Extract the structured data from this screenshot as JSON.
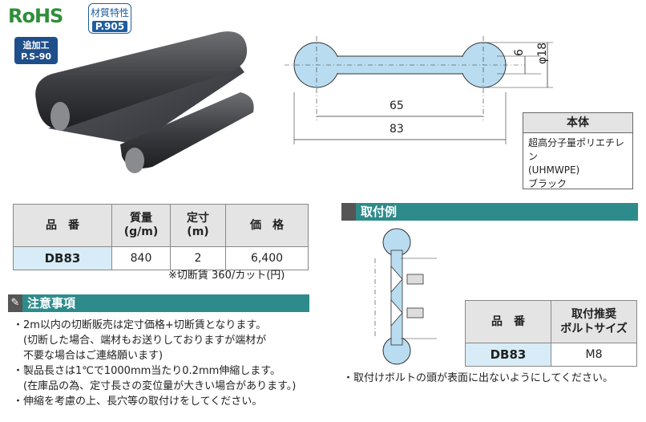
{
  "badges": {
    "rohs": "RoHS",
    "material_line1": "材質特性",
    "material_line2": "P.905",
    "addwork_line1": "追加工",
    "addwork_line2": "P.S-90"
  },
  "drawing": {
    "dim_65": "65",
    "dim_83": "83",
    "dim_6": "6",
    "dim_phi18": "φ18"
  },
  "material": {
    "header": "本体",
    "lines": [
      "超高分子量ポリエチレン",
      "(UHMWPE)",
      "ブラック"
    ]
  },
  "spec_table": {
    "headers": [
      "品　番",
      "質量\n(g/m)",
      "定寸\n(m)",
      "価　格"
    ],
    "rows": [
      [
        "DB83",
        "840",
        "2",
        "6,400"
      ]
    ],
    "note": "※切断賃  360/カット(円)"
  },
  "mount_section": {
    "title": "取付例",
    "headers": [
      "品　番",
      "取付推奨\nボルトサイズ"
    ],
    "rows": [
      [
        "DB83",
        "M8"
      ]
    ],
    "note": "・取付けボルトの頭が表面に出ないようにしてください。"
  },
  "caution": {
    "title": "注意事項",
    "lines": [
      "・2m以内の切断販売は定寸価格+切断賃となります。",
      "　(切断した場合、端材もお送りしておりますが端材が",
      "　不要な場合はご連絡願います)",
      "・製品長さは1℃で1000mm当たり0.2mm伸縮します。",
      "　(在庫品の為、定寸長さの変位量が大きい場合があります。)",
      "・伸縮を考慮の上、長穴等の取付けをしてください。"
    ]
  },
  "colors": {
    "accent_teal": "#2e8b8b",
    "code_cell": "#d7ecf7",
    "drawing_fill": "#b9dcf0",
    "badge_blue": "#1f4f8a",
    "rohs_green": "#2f8f3a"
  },
  "icons": [
    "wrench-icon"
  ]
}
